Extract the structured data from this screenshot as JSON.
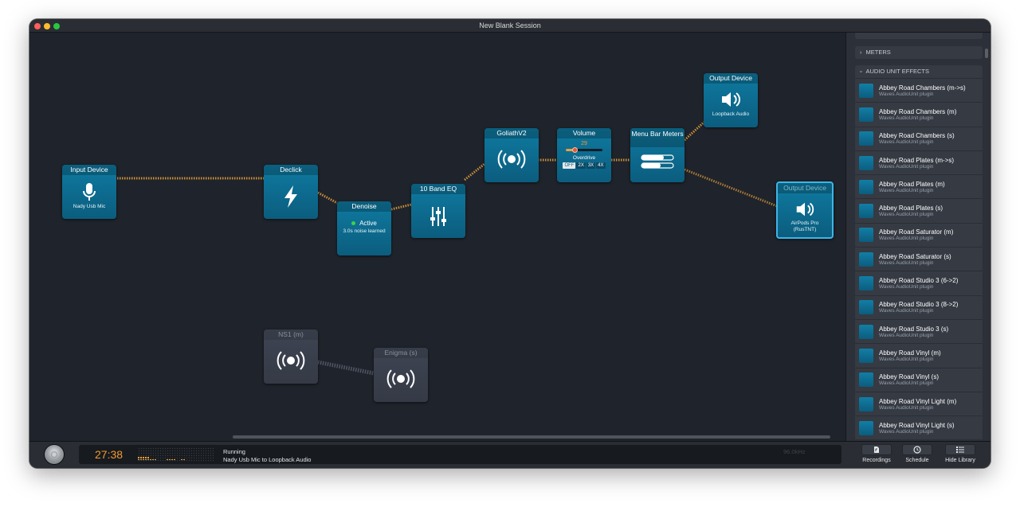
{
  "window": {
    "title": "New Blank Session"
  },
  "nodes": {
    "input_device": {
      "title": "Input Device",
      "sub": "Nady Usb Mic"
    },
    "declick": {
      "title": "Declick"
    },
    "denoise": {
      "title": "Denoise",
      "status": "Active",
      "sub": "3.0s noise learned"
    },
    "eq": {
      "title": "10 Band EQ"
    },
    "goliath": {
      "title": "GoliathV2"
    },
    "volume": {
      "title": "Volume",
      "value": "29",
      "overdrive_label": "Overdrive",
      "overdrive_options": [
        "OFF",
        "2X",
        "3X",
        "4X"
      ],
      "overdrive_selected": "OFF",
      "level": 0.23
    },
    "meters": {
      "title": "Menu Bar Meters"
    },
    "output_loopback": {
      "title": "Output Device",
      "sub": "Loopback Audio"
    },
    "output_airpods": {
      "title": "Output Device",
      "sub_line1": "AirPods Pro",
      "sub_line2": "(RusTNT)"
    },
    "ns1": {
      "title": "NS1 (m)"
    },
    "enigma": {
      "title": "Enigma (s)"
    }
  },
  "sidebar": {
    "meters_label": "METERS",
    "effects_label": "AUDIO UNIT EFFECTS",
    "items": [
      {
        "name": "Abbey Road Chambers (m->s)",
        "desc": "Waves AudioUnit plugin"
      },
      {
        "name": "Abbey Road Chambers (m)",
        "desc": "Waves AudioUnit plugin"
      },
      {
        "name": "Abbey Road Chambers (s)",
        "desc": "Waves AudioUnit plugin"
      },
      {
        "name": "Abbey Road Plates (m->s)",
        "desc": "Waves AudioUnit plugin"
      },
      {
        "name": "Abbey Road Plates (m)",
        "desc": "Waves AudioUnit plugin"
      },
      {
        "name": "Abbey Road Plates (s)",
        "desc": "Waves AudioUnit plugin"
      },
      {
        "name": "Abbey Road Saturator (m)",
        "desc": "Waves AudioUnit plugin"
      },
      {
        "name": "Abbey Road Saturator (s)",
        "desc": "Waves AudioUnit plugin"
      },
      {
        "name": "Abbey Road Studio 3 (6->2)",
        "desc": "Waves AudioUnit plugin"
      },
      {
        "name": "Abbey Road Studio 3 (8->2)",
        "desc": "Waves AudioUnit plugin"
      },
      {
        "name": "Abbey Road Studio 3 (s)",
        "desc": "Waves AudioUnit plugin"
      },
      {
        "name": "Abbey Road Vinyl (m)",
        "desc": "Waves AudioUnit plugin"
      },
      {
        "name": "Abbey Road Vinyl (s)",
        "desc": "Waves AudioUnit plugin"
      },
      {
        "name": "Abbey Road Vinyl Light (m)",
        "desc": "Waves AudioUnit plugin"
      },
      {
        "name": "Abbey Road Vinyl Light (s)",
        "desc": "Waves AudioUnit plugin"
      }
    ]
  },
  "footer": {
    "time": "27:38",
    "status": "Running",
    "route": "Nady Usb Mic to Loopback Audio",
    "sample_rate": "96.0kHz",
    "recordings_label": "Recordings",
    "schedule_label": "Schedule",
    "hide_library_label": "Hide Library"
  },
  "colors": {
    "accent": "#0f7aa1",
    "wire": "#e8a33d",
    "timer": "#f19a2e",
    "active": "#3fd14a",
    "selected": "#3fb4e8"
  }
}
